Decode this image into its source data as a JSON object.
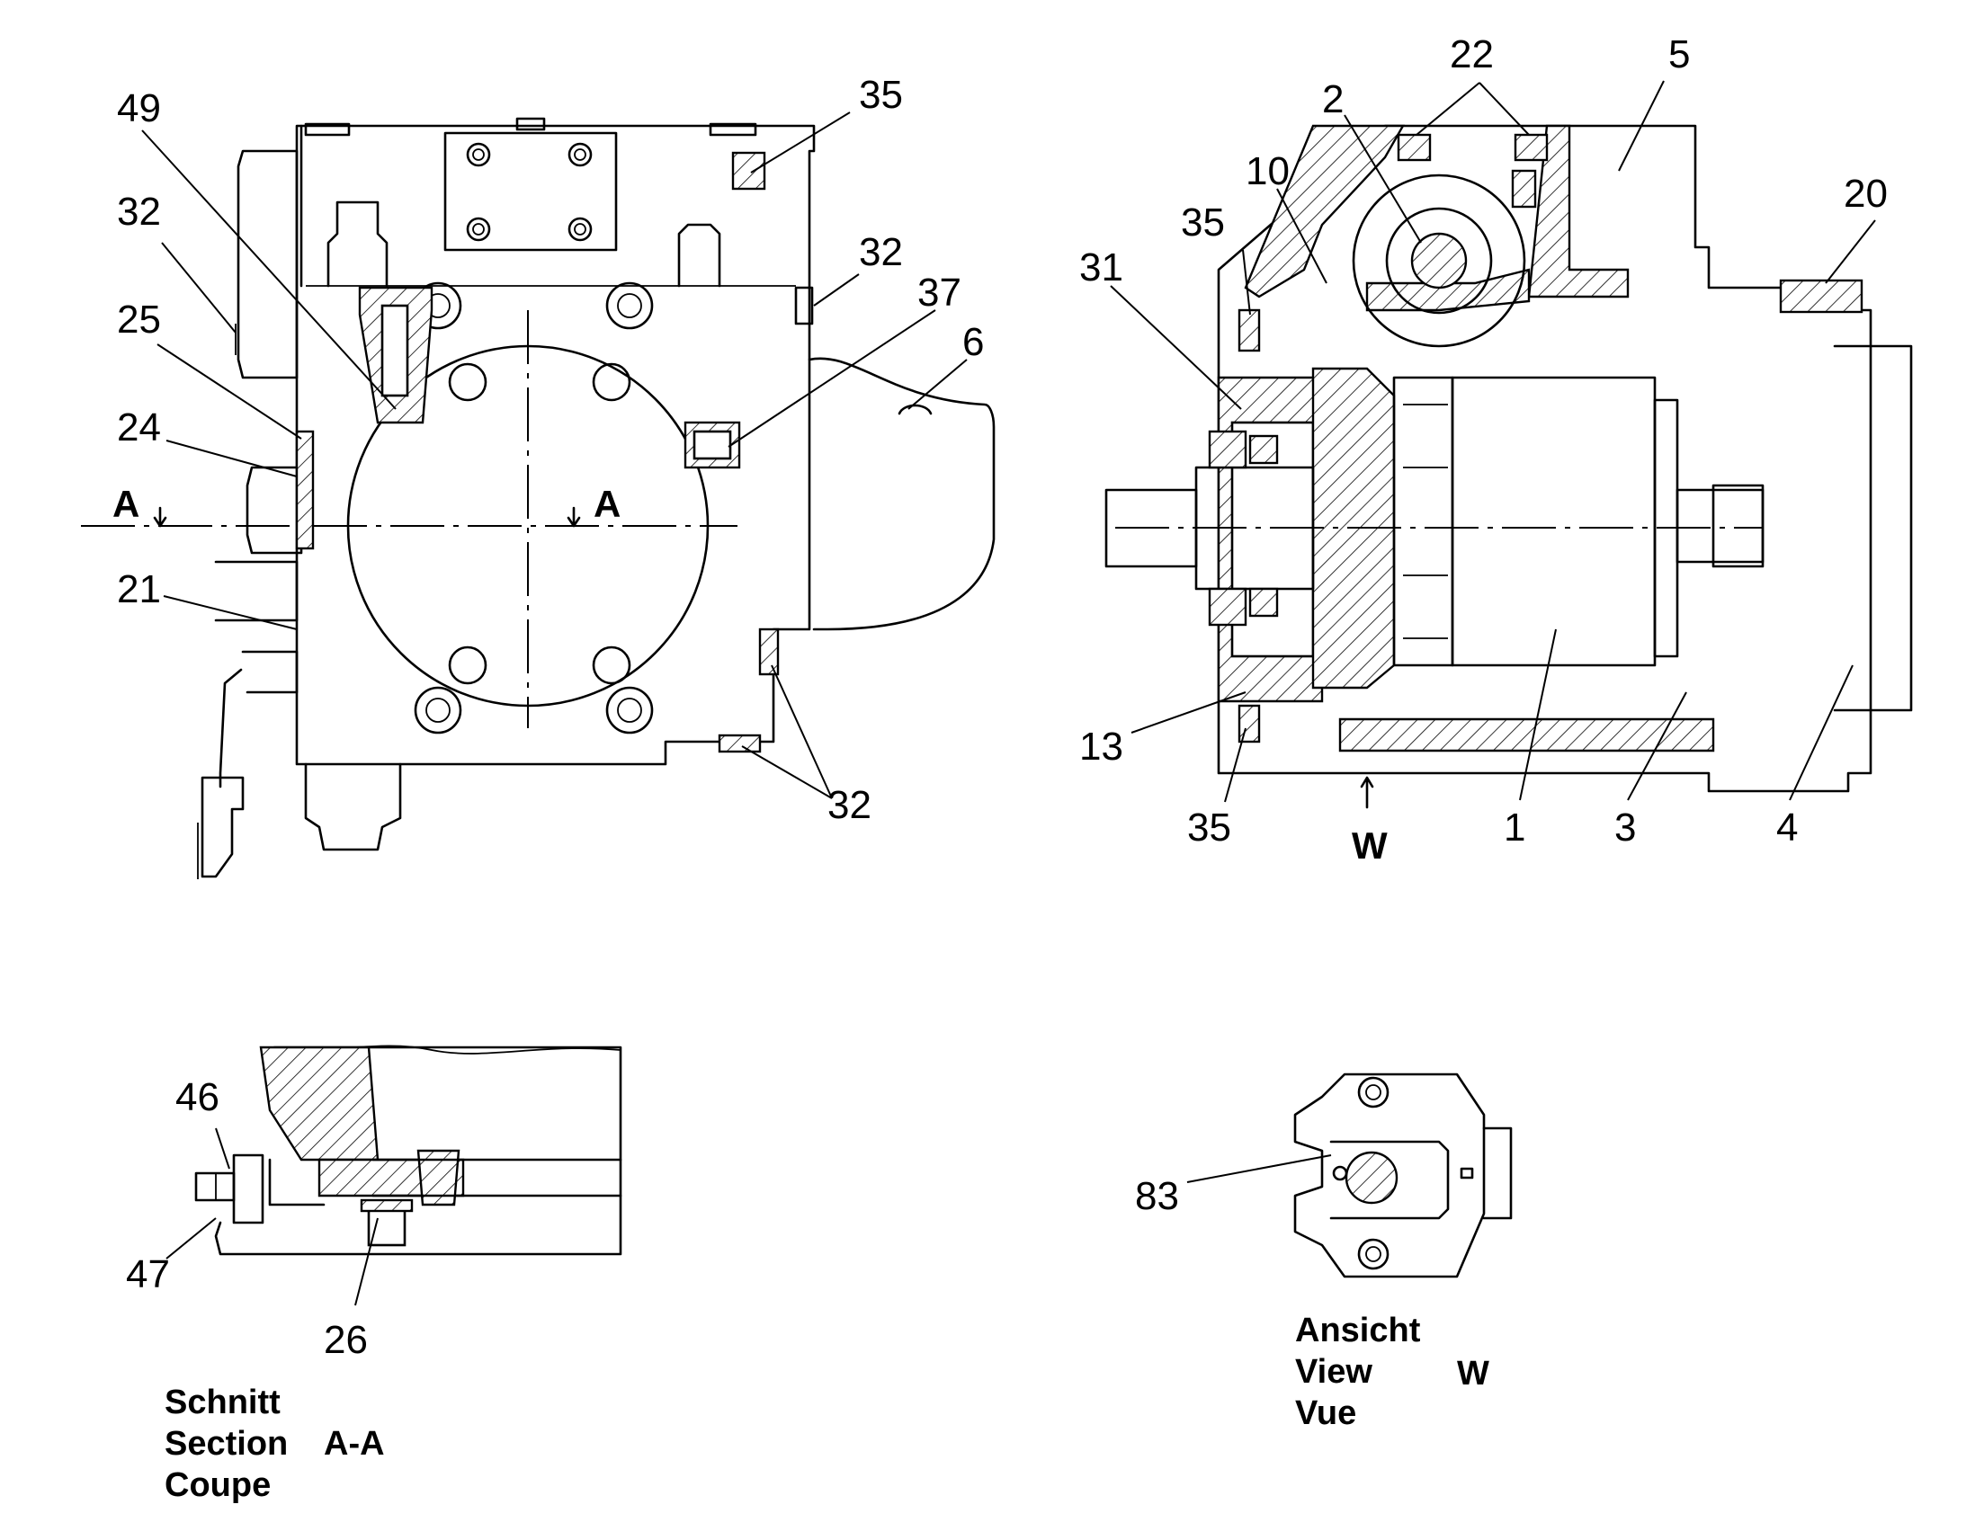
{
  "callouts": {
    "c49": "49",
    "c35a": "35",
    "c32a": "32",
    "c32b": "32",
    "c37": "37",
    "c25": "25",
    "c6": "6",
    "c24": "24",
    "c21": "21",
    "c32c": "32",
    "c22": "22",
    "c5": "5",
    "c2": "2",
    "c10": "10",
    "c35b": "35",
    "c20": "20",
    "c31": "31",
    "c13": "13",
    "c35c": "35",
    "c1": "1",
    "c3": "3",
    "c4": "4",
    "c46": "46",
    "c47": "47",
    "c26": "26",
    "c83": "83"
  },
  "markers": {
    "section_left": "A",
    "section_right": "A",
    "view_arrow": "W"
  },
  "captions": {
    "section": {
      "line1": "Schnitt",
      "line2": "Section",
      "line3": "Coupe",
      "id": "A-A"
    },
    "view": {
      "line1": "Ansicht",
      "line2": "View",
      "line3": "Vue",
      "id": "W"
    }
  }
}
